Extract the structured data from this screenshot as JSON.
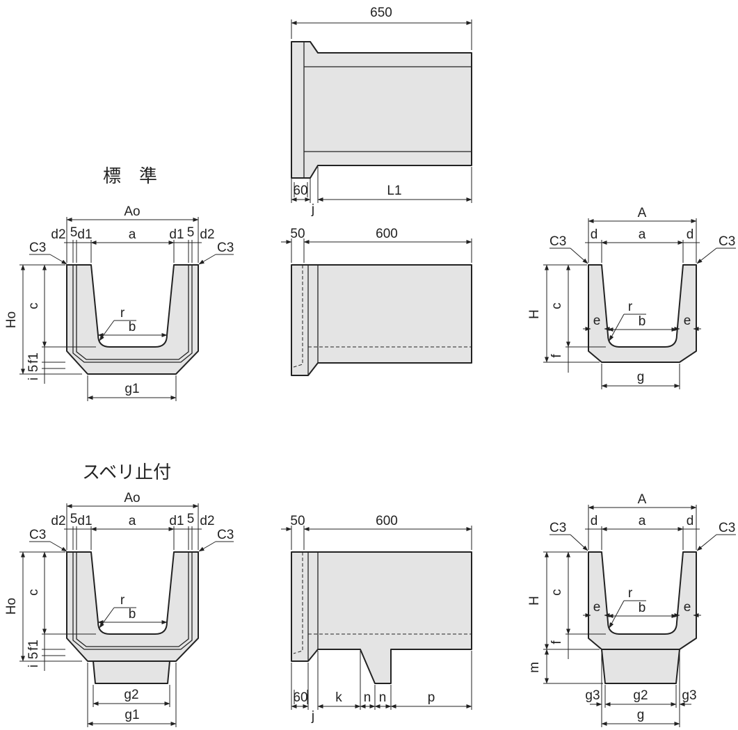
{
  "headings": {
    "standard": "標　準",
    "anti_slip": "スベリ止付"
  },
  "top_view": {
    "overall": "650",
    "flange": "60",
    "j": "j",
    "length": "L1"
  },
  "std_front": {
    "Ao": "Ao",
    "d2": "d2",
    "five": "5",
    "d1": "d1",
    "a": "a",
    "C3": "C3",
    "Ho": "Ho",
    "c": "c",
    "r": "r",
    "b": "b",
    "f1": "f1",
    "i": "i",
    "g1": "g1"
  },
  "std_side": {
    "flange": "50",
    "length": "600"
  },
  "std_back": {
    "A": "A",
    "d": "d",
    "a": "a",
    "C3": "C3",
    "H": "H",
    "c": "c",
    "e": "e",
    "r": "r",
    "b": "b",
    "f": "f",
    "g": "g"
  },
  "slip_front": {
    "Ao": "Ao",
    "d2": "d2",
    "five": "5",
    "d1": "d1",
    "a": "a",
    "C3": "C3",
    "Ho": "Ho",
    "c": "c",
    "r": "r",
    "b": "b",
    "f1": "f1",
    "i": "i",
    "g1": "g1",
    "g2": "g2"
  },
  "slip_side": {
    "flange": "50",
    "length": "600",
    "bottom_flange": "60",
    "j": "j",
    "k": "k",
    "n": "n",
    "p": "p"
  },
  "slip_back": {
    "A": "A",
    "d": "d",
    "a": "a",
    "C3": "C3",
    "H": "H",
    "c": "c",
    "e": "e",
    "r": "r",
    "b": "b",
    "f": "f",
    "m": "m",
    "g3": "g3",
    "g2": "g2",
    "g": "g"
  }
}
